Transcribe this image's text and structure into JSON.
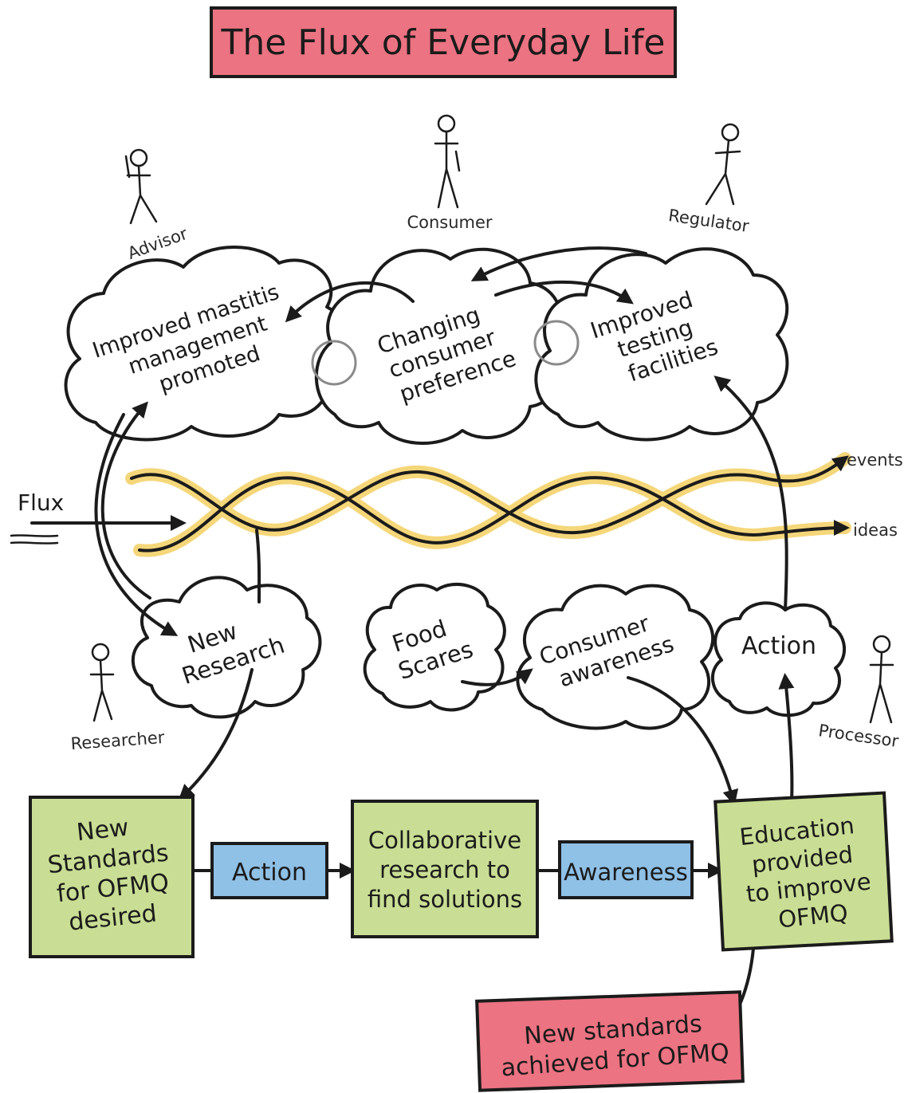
{
  "title": "The Flux of Everyday Life",
  "actors": {
    "advisor": "Advisor",
    "consumer": "Consumer",
    "regulator": "Regulator",
    "researcher": "Researcher",
    "processor": "Processor"
  },
  "clouds": {
    "mastitis": [
      "Improved mastitis",
      "management",
      "promoted"
    ],
    "consumer_pref": [
      "Changing",
      "consumer",
      "preference"
    ],
    "testing": [
      "Improved",
      "testing",
      "facilities"
    ],
    "new_research": [
      "New",
      "Research"
    ],
    "food_scares": [
      "Food",
      "Scares"
    ],
    "consumer_awareness": [
      "Consumer",
      "awareness"
    ],
    "action": [
      "Action"
    ]
  },
  "flux": {
    "label": "Flux",
    "events_label": "events",
    "ideas_label": "ideas",
    "band_color": "#f5d77a"
  },
  "boxes": {
    "standards_desired": [
      "New",
      "Standards",
      "for OFMQ",
      "desired"
    ],
    "collaborative": [
      "Collaborative",
      "research to",
      "find solutions"
    ],
    "education": [
      "Education",
      "provided",
      "to improve",
      "OFMQ"
    ],
    "action_link": "Action",
    "awareness_link": "Awareness",
    "achieved": [
      "New standards",
      "achieved for OFMQ"
    ]
  },
  "colors": {
    "title_bg": "#ec7382",
    "green_box": "#c9de94",
    "blue_box": "#8fc0e6",
    "outline": "#1b1b1b"
  }
}
